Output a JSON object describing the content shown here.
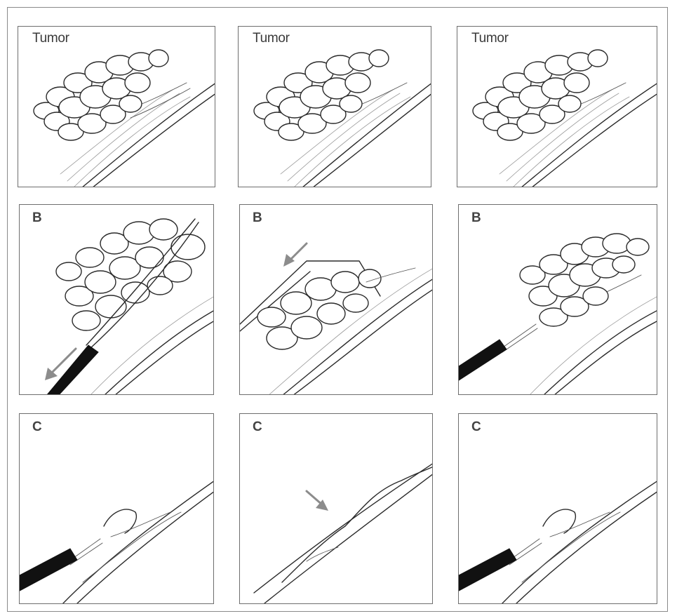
{
  "figure": {
    "rows": [
      {
        "label": "Tumor"
      },
      {
        "label": "B"
      },
      {
        "label": "C"
      }
    ],
    "columns": 3
  },
  "panel_labels": {
    "r1c1": "Tumor",
    "r1c2": "Tumor",
    "r1c3": "Tumor",
    "r2c1": "B",
    "r2c2": "B",
    "r2c3": "B",
    "r3c1": "C",
    "r3c2": "C",
    "r3c3": "C"
  },
  "icons": {
    "snare_arrow": "arrow-down-left-icon",
    "cap_arrow": "arrow-down-left-icon",
    "mucosa_arrow": "arrow-down-right-icon"
  },
  "colors": {
    "line": "#2a2a2a",
    "arrow": "#8c8c8c",
    "frame": "#6e6e6e",
    "scope": "#111111"
  }
}
